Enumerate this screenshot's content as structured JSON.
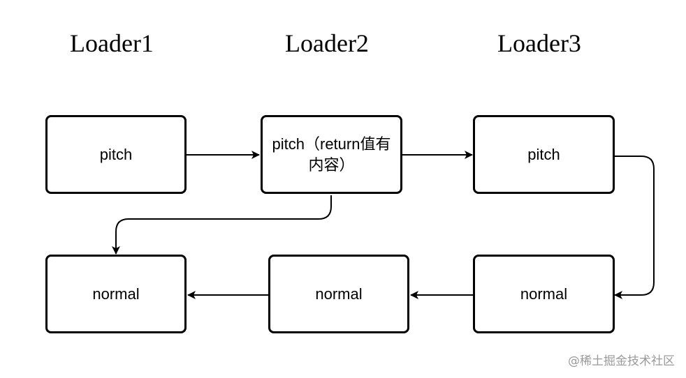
{
  "headers": {
    "loader1": "Loader1",
    "loader2": "Loader2",
    "loader3": "Loader3"
  },
  "nodes": {
    "loader1_pitch": "pitch",
    "loader2_pitch": "pitch（return值有内容）",
    "loader3_pitch": "pitch",
    "loader1_normal": "normal",
    "loader2_normal": "normal",
    "loader3_normal": "normal"
  },
  "watermark": "@稀土掘金技术社区",
  "colors": {
    "stroke": "#000000",
    "background": "#ffffff",
    "watermark": "#9a9a9a"
  }
}
